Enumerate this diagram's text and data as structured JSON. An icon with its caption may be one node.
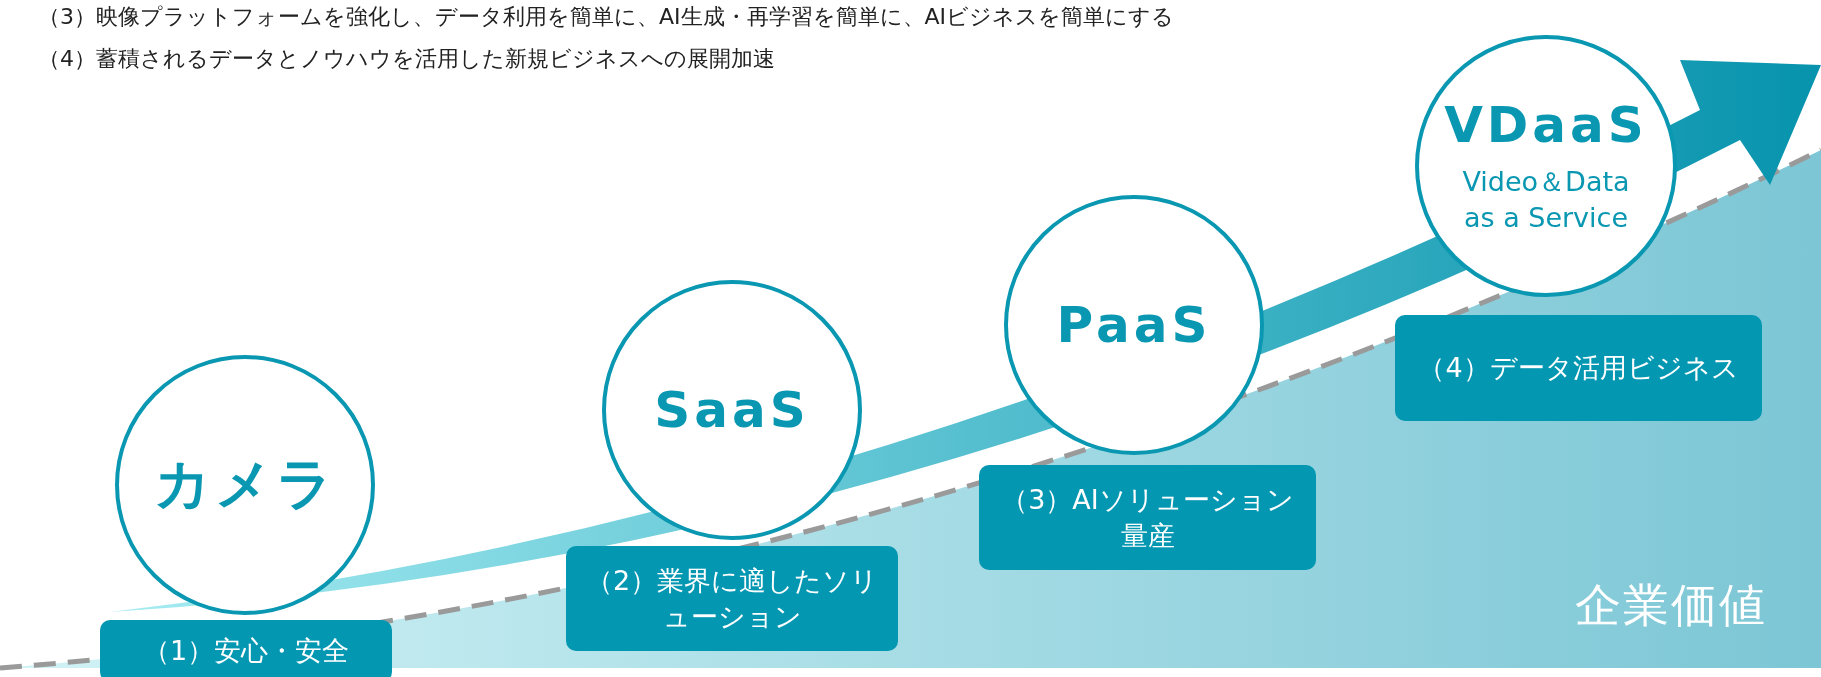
{
  "diagram": {
    "nodes": [
      {
        "text": [
          "カメラ"
        ]
      },
      {
        "text": [
          "（1）安心・安全"
        ]
      },
      {
        "text": [
          "SaaS"
        ]
      },
      {
        "text": [
          "（2）業界に適したソリューション"
        ]
      },
      {
        "text": [
          "PaaS"
        ]
      },
      {
        "text": [
          "（3）AIソリューション量産"
        ]
      },
      {
        "text": [
          "VDaaS",
          "Video＆Data as a Service"
        ]
      },
      {
        "text": [
          "（4）データ活用ビジネス"
        ]
      }
    ],
    "edges": [],
    "labels": [
      "（3）映像プラットフォームを強化し、データ利用を簡単に、AI生成・再学習を簡単に、AIビジネスを簡単にする",
      "（4）蓄積されるデータとノウハウを活用した新規ビジネスへの展開加速",
      "企業価値"
    ]
  }
}
